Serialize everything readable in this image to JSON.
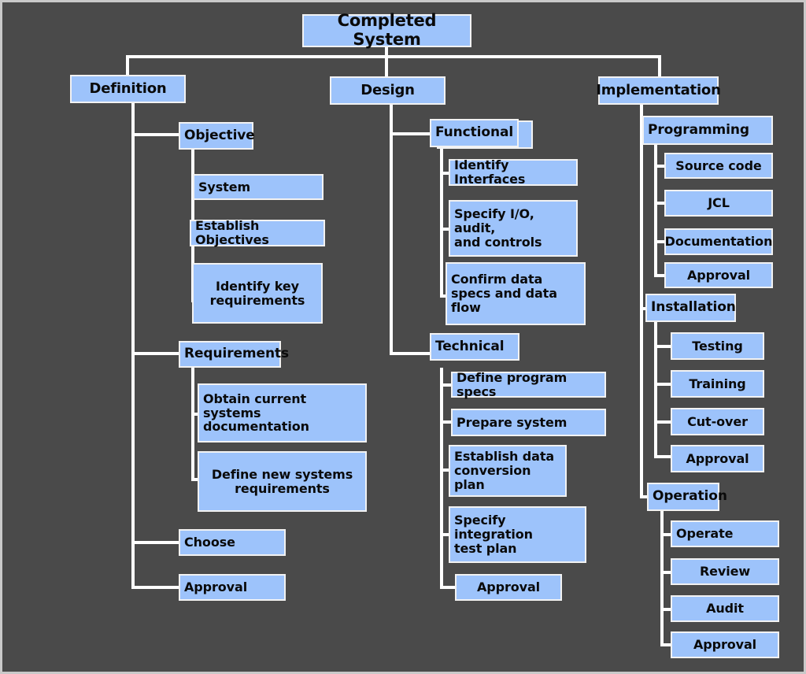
{
  "diagram": {
    "title": "Completed System",
    "type": "work-breakdown-structure-tree",
    "background_color": "#4a4a4a",
    "node_fill_color": "#9dc3fb",
    "node_border_color": "#f2f2f2",
    "connector_color": "#ffffff",
    "text_color": "#0a0a0a"
  },
  "nodes": {
    "root": {
      "label": "Completed System"
    },
    "definition": {
      "label": "Definition"
    },
    "objective": {
      "label": "Objective"
    },
    "system": {
      "label": "System"
    },
    "establish_objectives": {
      "label": "Establish Objectives"
    },
    "identify_key_requirements": {
      "label": "Identify key\nrequirements"
    },
    "requirements": {
      "label": "Requirements"
    },
    "obtain_current_systems_documentation": {
      "label": "Obtain current\nsystems documentation"
    },
    "define_new_systems_requirements": {
      "label": "Define new systems\nrequirements"
    },
    "choose": {
      "label": "Choose"
    },
    "definition_approval": {
      "label": "Approval"
    },
    "design": {
      "label": "Design"
    },
    "functional": {
      "label": "Functional"
    },
    "identify_interfaces": {
      "label": "Identify Interfaces"
    },
    "specify_io_audit_controls": {
      "label": "Specify I/O, audit,\nand controls"
    },
    "confirm_data_specs": {
      "label": "Confirm data\nspecs and data flow"
    },
    "technical": {
      "label": "Technical"
    },
    "define_program_specs": {
      "label": "Define program specs"
    },
    "prepare_system": {
      "label": "Prepare system"
    },
    "establish_data_conversion_plan": {
      "label": "Establish data\nconversion plan"
    },
    "specify_integration_test_plan": {
      "label": "Specify integration\ntest plan"
    },
    "design_approval": {
      "label": "Approval"
    },
    "implementation": {
      "label": "Implementation"
    },
    "programming": {
      "label": "Programming"
    },
    "source_code": {
      "label": "Source code"
    },
    "jcl": {
      "label": "JCL"
    },
    "documentation": {
      "label": "Documentation"
    },
    "programming_approval": {
      "label": "Approval"
    },
    "installation": {
      "label": "Installation"
    },
    "testing": {
      "label": "Testing"
    },
    "training": {
      "label": "Training"
    },
    "cut_over": {
      "label": "Cut-over"
    },
    "installation_approval": {
      "label": "Approval"
    },
    "operation": {
      "label": "Operation"
    },
    "operate": {
      "label": "Operate"
    },
    "review": {
      "label": "Review"
    },
    "audit": {
      "label": "Audit"
    },
    "operation_approval": {
      "label": "Approval"
    }
  },
  "hierarchy": {
    "Completed System": {
      "Definition": {
        "Objective": [
          "System",
          "Establish Objectives",
          "Identify key requirements"
        ],
        "Requirements": [
          "Obtain current systems documentation",
          "Define new systems requirements"
        ],
        "Choose": [],
        "Approval": []
      },
      "Design": {
        "Functional": [
          "Identify Interfaces",
          "Specify I/O, audit, and controls",
          "Confirm data specs and data flow"
        ],
        "Technical": [
          "Define program specs",
          "Prepare system",
          "Establish data conversion plan",
          "Specify integration test plan",
          "Approval"
        ]
      },
      "Implementation": {
        "Programming": [
          "Source code",
          "JCL",
          "Documentation",
          "Approval"
        ],
        "Installation": [
          "Testing",
          "Training",
          "Cut-over",
          "Approval"
        ],
        "Operation": [
          "Operate",
          "Review",
          "Audit",
          "Approval"
        ]
      }
    }
  }
}
